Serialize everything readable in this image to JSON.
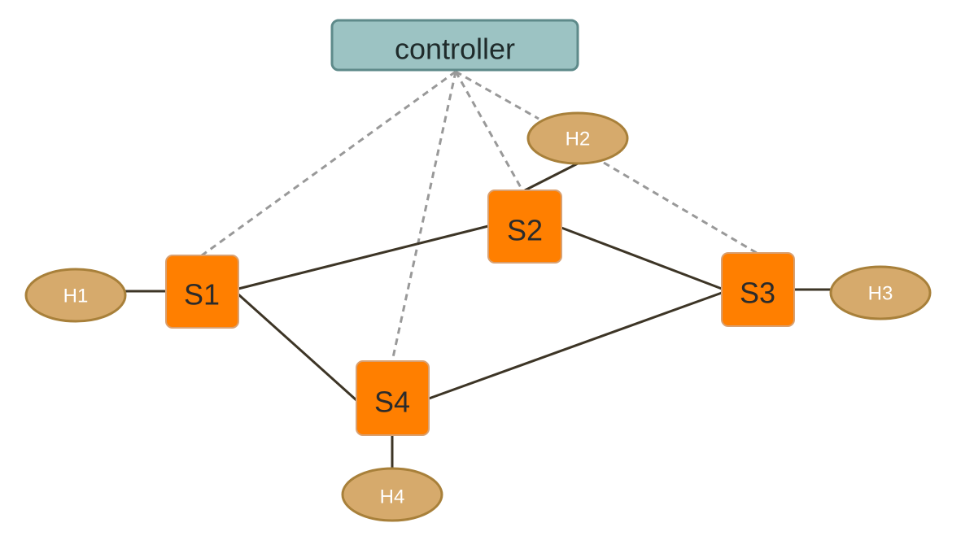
{
  "controller": {
    "label": "controller",
    "fill": "#9cc3c3",
    "stroke": "#5e8a8a"
  },
  "switches": [
    {
      "id": "s1",
      "label": "S1"
    },
    {
      "id": "s2",
      "label": "S2"
    },
    {
      "id": "s3",
      "label": "S3"
    },
    {
      "id": "s4",
      "label": "S4"
    }
  ],
  "hosts": [
    {
      "id": "h1",
      "label": "H1"
    },
    {
      "id": "h2",
      "label": "H2"
    },
    {
      "id": "h3",
      "label": "H3"
    },
    {
      "id": "h4",
      "label": "H4"
    }
  ],
  "colors": {
    "switch_fill": "#ff7f00",
    "switch_stroke": "#d9a070",
    "host_fill": "#d6aa6c",
    "host_stroke": "#a8803a",
    "host_text": "#ffffff",
    "switch_text": "#2b2b2b",
    "data_link": "#3d3526",
    "control_link": "#999999"
  }
}
